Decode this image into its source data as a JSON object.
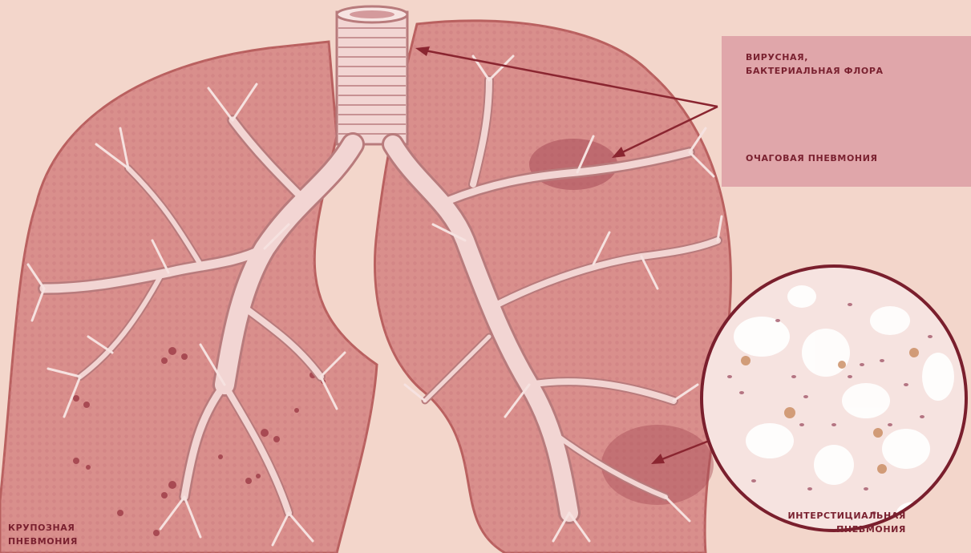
{
  "labels": {
    "flora": {
      "line1": "ВИРУСНАЯ,",
      "line2": "БАКТЕРИАЛЬНАЯ ФЛОРА"
    },
    "focal": "ОЧАГОВАЯ ПНЕВМОНИЯ",
    "croupous": {
      "line1": "КРУПОЗНАЯ",
      "line2": "ПНЕВМОНИЯ"
    },
    "interstitial": {
      "line1": "ИНТЕРСТИЦИАЛЬНАЯ",
      "line2": "ПНЕВМОНИЯ"
    }
  },
  "colors": {
    "background": "#f3d6cb",
    "lung_fill": "#d98f8c",
    "lung_edge": "#b9605f",
    "bronchi": "#f2d5d3",
    "bronchi_edge": "#b87b7c",
    "lesion": "#9c3a45",
    "label_box": "#e0a6aa",
    "label_text": "#7a2130",
    "arrow": "#8a2530",
    "micro_fill": "#f6e3e0",
    "micro_cells": "#9e4f63",
    "micro_ring": "#7a1f2d"
  }
}
